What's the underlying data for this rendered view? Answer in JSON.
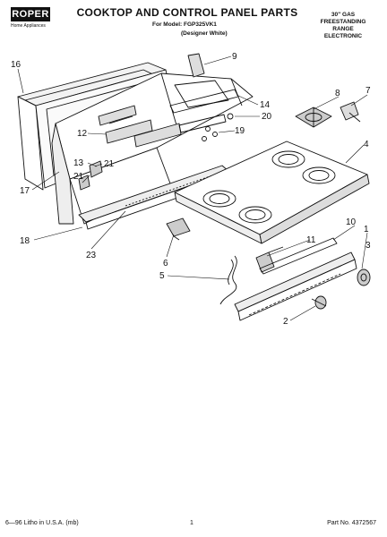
{
  "header": {
    "brand": "ROPER",
    "brand_sub": "Home Appliances",
    "title": "COOKTOP AND CONTROL PANEL PARTS",
    "model_line": "For Model: FGP325VK1",
    "variant_line": "(Designer White)",
    "spec_lines": [
      "30\" GAS",
      "FREESTANDING",
      "RANGE",
      "ELECTRONIC"
    ]
  },
  "callouts": [
    "1",
    "2",
    "3",
    "4",
    "5",
    "6",
    "7",
    "8",
    "9",
    "10",
    "11",
    "12",
    "13",
    "14",
    "16",
    "17",
    "18",
    "19",
    "20",
    "21",
    "22",
    "23"
  ],
  "footer": {
    "left": "6—96 Litho in U.S.A. (mb)",
    "page_number": "1",
    "part_number": "Part No. 4372567"
  }
}
